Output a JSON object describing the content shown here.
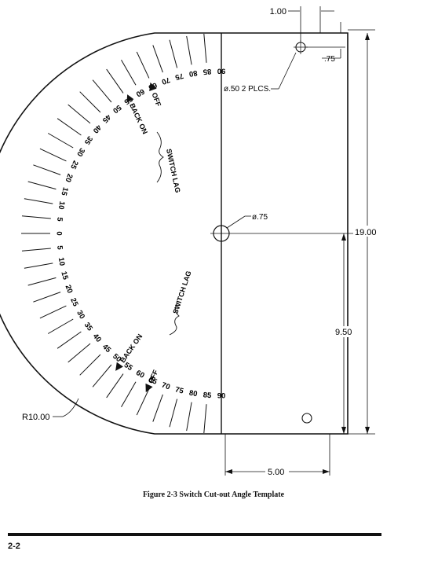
{
  "figure": {
    "caption": "Figure 2-3 Switch Cut-out Angle Template",
    "page_number": "2-2"
  },
  "dimensions": {
    "top_offset": "1.00",
    "hole_offset": ".75",
    "small_holes": "ø.50 2 PLCS.",
    "center_hole": "ø.75",
    "total_height": "19.00",
    "half_height": "9.50",
    "width": "5.00",
    "radius": "R10.00"
  },
  "scale": {
    "upper_numbers": [
      "90",
      "85",
      "80",
      "75",
      "70",
      "65",
      "60",
      "55",
      "50",
      "45",
      "40",
      "35",
      "30",
      "25",
      "20",
      "15",
      "10",
      "5"
    ],
    "center_number": "0",
    "lower_numbers": [
      "5",
      "10",
      "15",
      "20",
      "25",
      "30",
      "35",
      "40",
      "45",
      "50",
      "55",
      "60",
      "65",
      "70",
      "75",
      "80",
      "85",
      "90"
    ]
  },
  "upper_labels": {
    "back_on": "BACK ON",
    "off": "OFF",
    "switch_lag": "SWITCH LAG"
  },
  "lower_labels": {
    "back_on": "BACK ON",
    "off": "OFF",
    "switch_lag": "SWITCH LAG"
  }
}
